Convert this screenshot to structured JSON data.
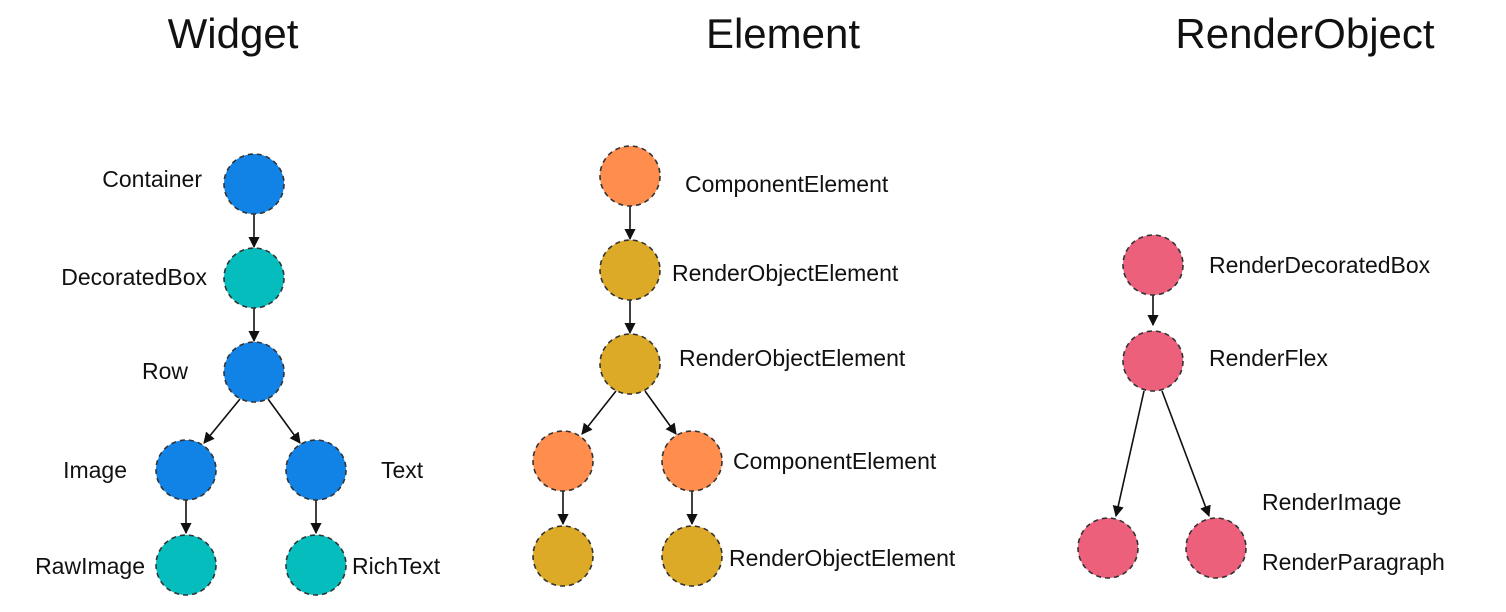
{
  "colors": {
    "widget": "#1283E6",
    "leaf": "#06BDBD",
    "component": "#FF8E4E",
    "render_object_element": "#DDAA27",
    "render_object": "#EC607B"
  },
  "headings": {
    "widget": "Widget",
    "element": "Element",
    "render_object": "RenderObject"
  },
  "widget_tree": {
    "container": "Container",
    "decorated_box": "DecoratedBox",
    "row": "Row",
    "image": "Image",
    "text": "Text",
    "raw_image": "RawImage",
    "rich_text": "RichText"
  },
  "element_tree": {
    "container": "ComponentElement",
    "decorated_box": "RenderObjectElement",
    "row": "RenderObjectElement",
    "text": "ComponentElement",
    "rich_text": "RenderObjectElement"
  },
  "render_tree": {
    "decorated_box": "RenderDecoratedBox",
    "flex": "RenderFlex",
    "image": "RenderImage",
    "paragraph": "RenderParagraph"
  }
}
